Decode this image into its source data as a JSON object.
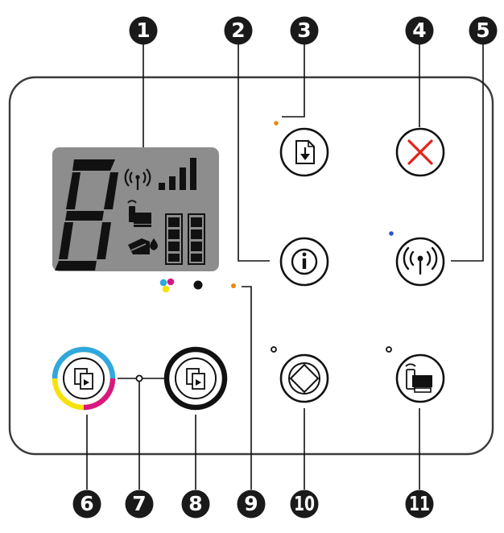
{
  "callouts": [
    "1",
    "2",
    "3",
    "4",
    "5",
    "6",
    "7",
    "8",
    "9",
    "10",
    "11"
  ],
  "display": {
    "digit": "8",
    "bar_count": 4,
    "ink_levels": 2
  },
  "colors": {
    "panel_stroke": "#3a3a3a",
    "display_bg": "#8d8d8d",
    "callout_fill": "#1a1a1a",
    "cancel_x": "#e2231a",
    "amber_led": "#e8890c",
    "blue_led": "#2f55c8",
    "cyan": "#2fa8df",
    "magenta": "#d7187f",
    "yellow": "#f5e20c",
    "black": "#111111"
  },
  "controls": [
    {
      "name": "display-panel",
      "icon": "lcd-display"
    },
    {
      "name": "information-button",
      "icon": "info-icon"
    },
    {
      "name": "resume-button",
      "icon": "resume-document-icon"
    },
    {
      "name": "cancel-button",
      "icon": "cancel-x-icon"
    },
    {
      "name": "wireless-button",
      "icon": "wireless-icon"
    },
    {
      "name": "start-copy-color-button",
      "icon": "copy-icon"
    },
    {
      "name": "copy-counter-light",
      "icon": "status-dot"
    },
    {
      "name": "start-copy-black-button",
      "icon": "copy-icon"
    },
    {
      "name": "ink-alert-light",
      "icon": "amber-dot"
    },
    {
      "name": "hp-eprint-button",
      "icon": "hp-eprint-icon"
    },
    {
      "name": "wifi-direct-button",
      "icon": "wifi-direct-icon"
    }
  ]
}
